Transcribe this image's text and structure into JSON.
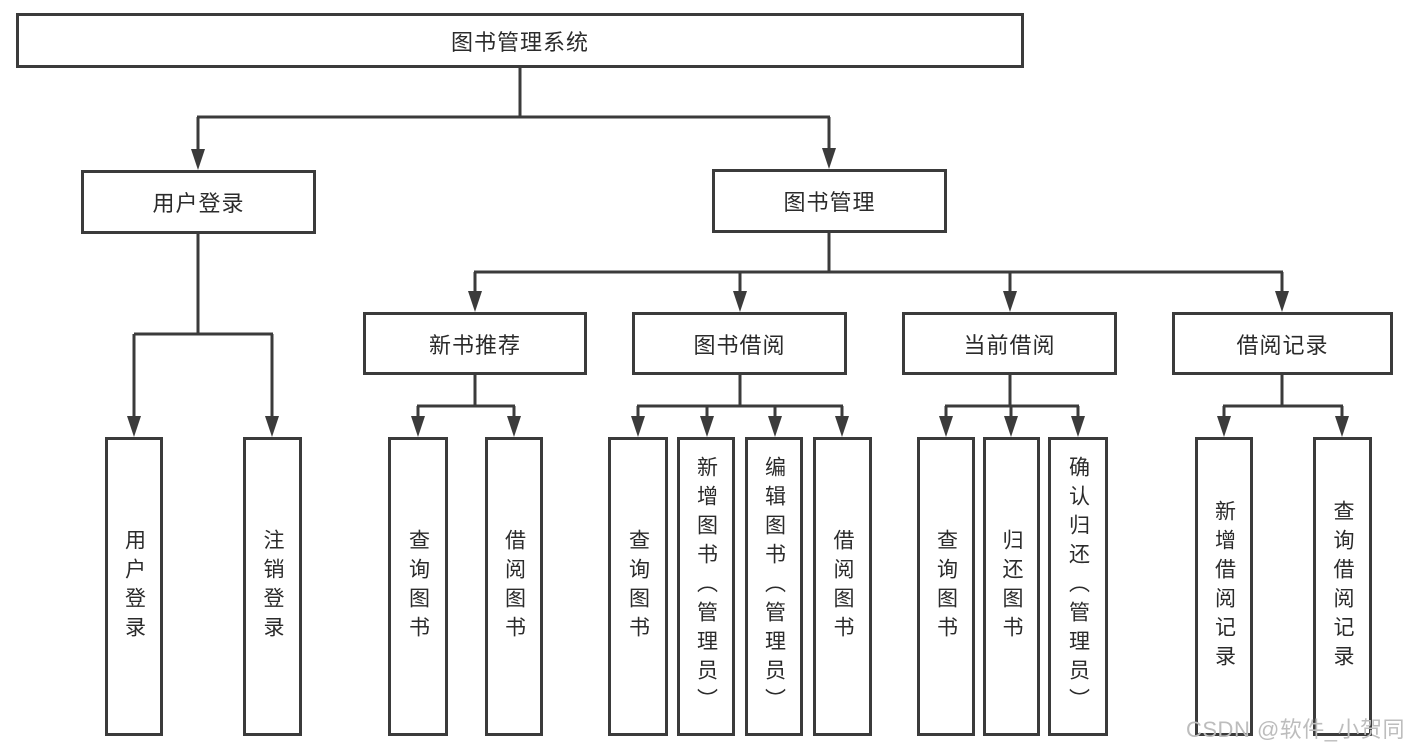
{
  "diagram": {
    "root": {
      "label": "图书管理系统"
    },
    "level2": {
      "user_login": {
        "label": "用户登录"
      },
      "book_mgmt": {
        "label": "图书管理"
      }
    },
    "level3": {
      "new_book_rec": {
        "label": "新书推荐"
      },
      "book_borrow": {
        "label": "图书借阅"
      },
      "current_borrow": {
        "label": "当前借阅"
      },
      "borrow_record": {
        "label": "借阅记录"
      }
    },
    "leaves": {
      "user_login": [
        "用户登录",
        "注销登录"
      ],
      "new_book_rec": [
        "查询图书",
        "借阅图书"
      ],
      "book_borrow": [
        "查询图书",
        "新增图书（管理员）",
        "编辑图书（管理员）",
        "借阅图书"
      ],
      "current_borrow": [
        "查询图书",
        "归还图书",
        "确认归还（管理员）"
      ],
      "borrow_record": [
        "新增借阅记录",
        "查询借阅记录"
      ]
    }
  },
  "watermark": {
    "text": "CSDN @软件_小贺同学"
  },
  "colors": {
    "line": "#3b3b3b",
    "text": "#2b2b2b",
    "watermark": "#bdbdbd",
    "background": "#ffffff"
  }
}
